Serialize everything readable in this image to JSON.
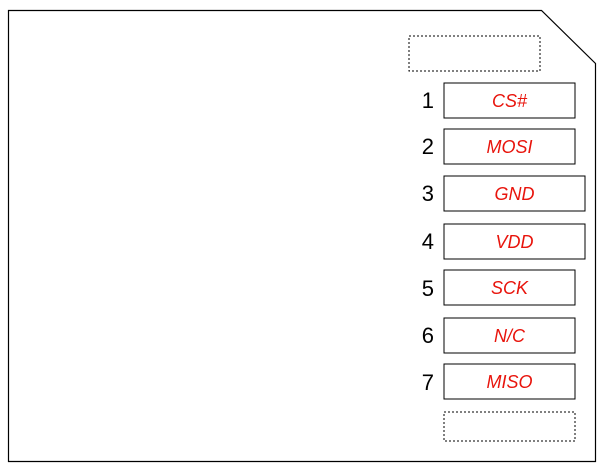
{
  "card": {
    "outline_color": "#000000",
    "label_color": "#e8140c"
  },
  "pins": [
    {
      "number": "1",
      "label": "CS#"
    },
    {
      "number": "2",
      "label": "MOSI"
    },
    {
      "number": "3",
      "label": "GND"
    },
    {
      "number": "4",
      "label": "VDD"
    },
    {
      "number": "5",
      "label": "SCK"
    },
    {
      "number": "6",
      "label": "N/C"
    },
    {
      "number": "7",
      "label": "MISO"
    }
  ]
}
